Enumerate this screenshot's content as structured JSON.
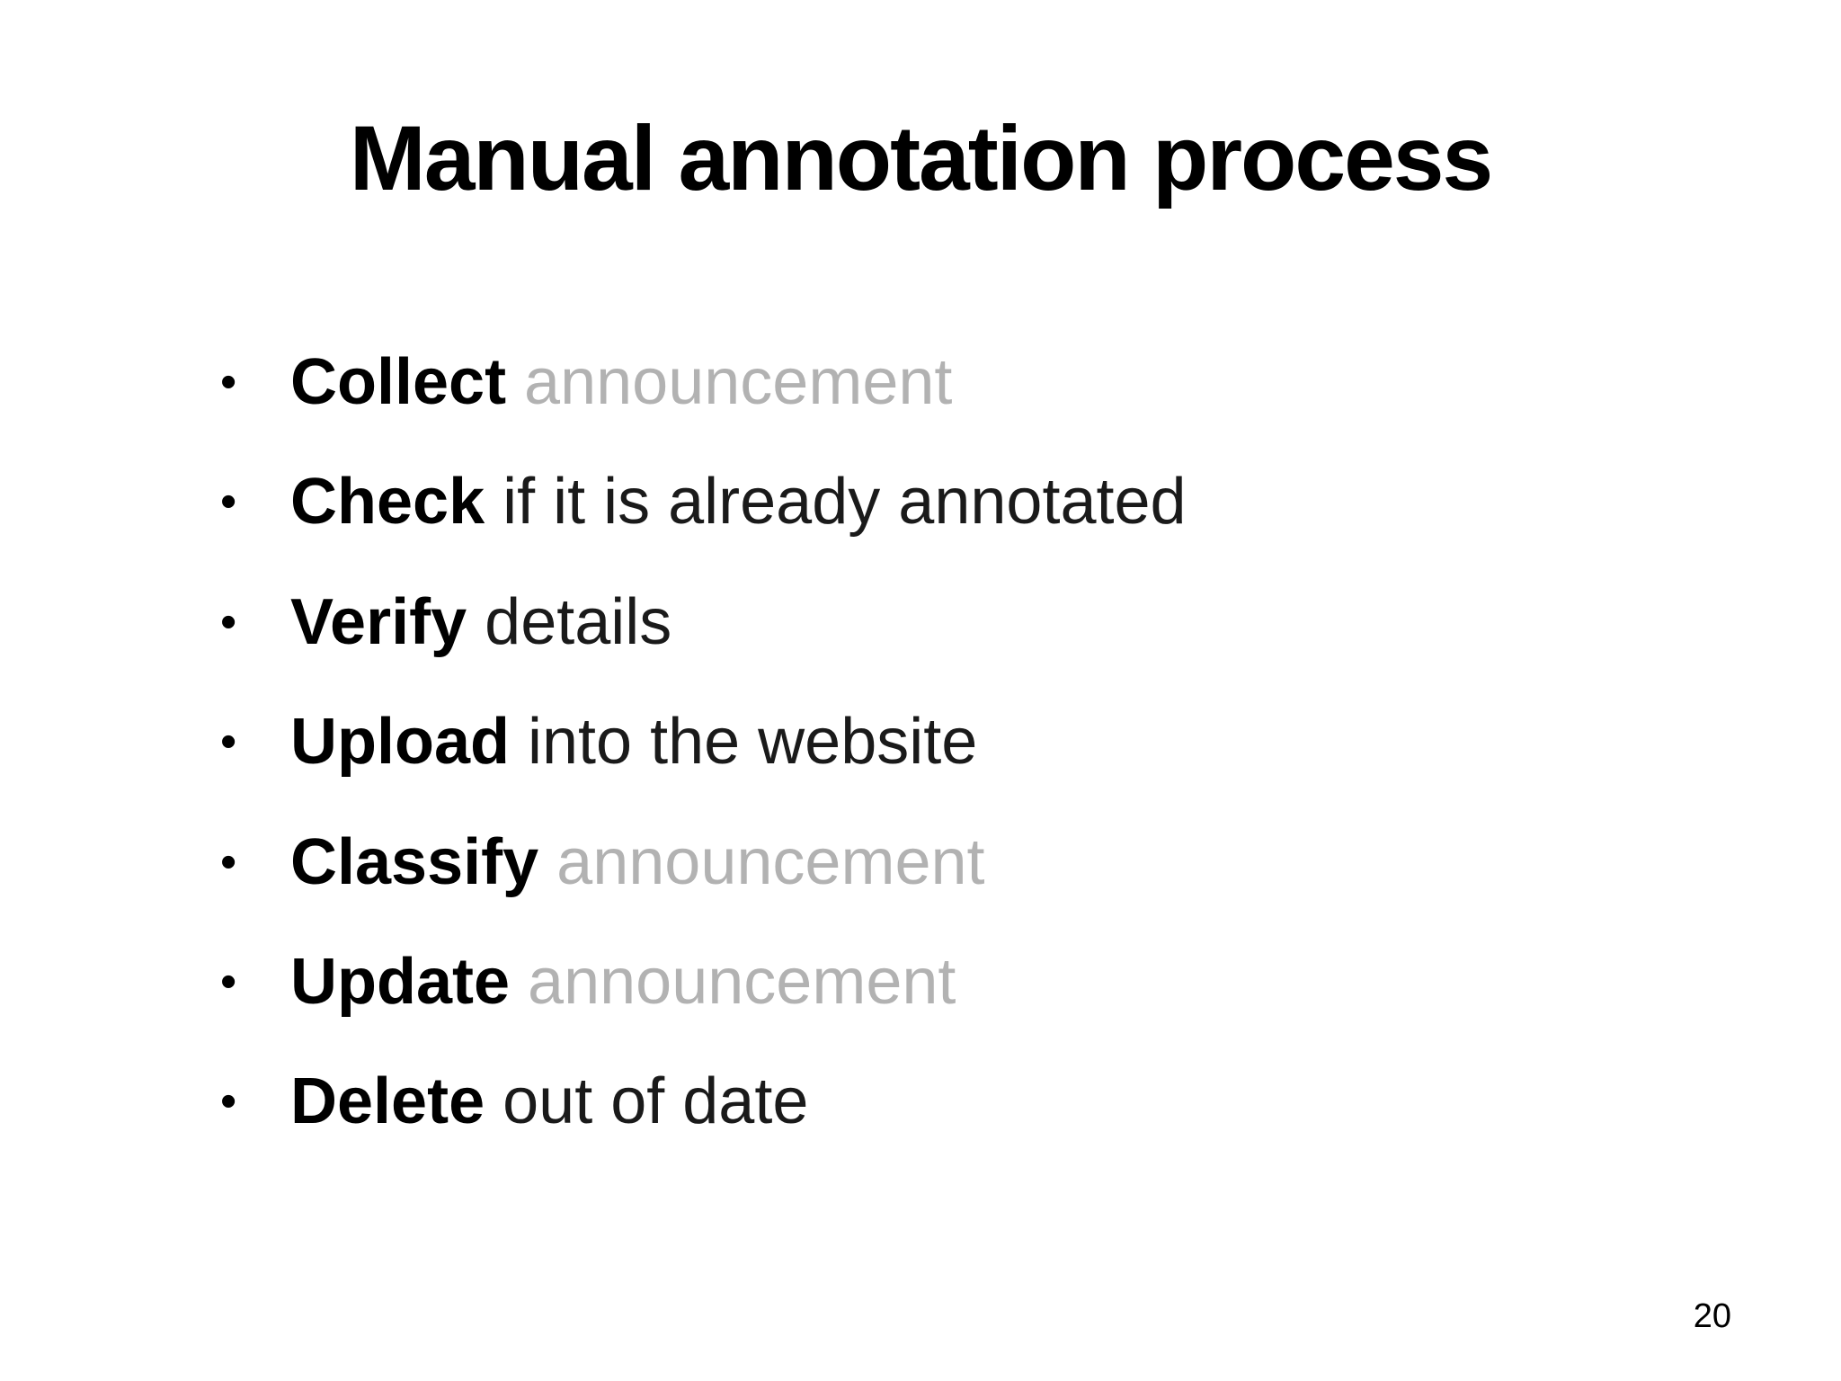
{
  "slide": {
    "title": "Manual annotation process",
    "page_number": "20",
    "colors": {
      "background": "#ffffff",
      "text": "#000000",
      "muted_text": "#b2b2b2"
    },
    "bullets": [
      {
        "bold": "Collect",
        "rest": " announcement",
        "rest_muted": true
      },
      {
        "bold": "Check",
        "rest": " if it is already annotated",
        "rest_muted": false
      },
      {
        "bold": "Verify",
        "rest": " details",
        "rest_muted": false
      },
      {
        "bold": "Upload",
        "rest": " into the website",
        "rest_muted": false
      },
      {
        "bold": "Classify",
        "rest": " announcement",
        "rest_muted": true
      },
      {
        "bold": "Update",
        "rest": " announcement",
        "rest_muted": true
      },
      {
        "bold": "Delete",
        "rest": " out of date",
        "rest_muted": false
      }
    ]
  }
}
